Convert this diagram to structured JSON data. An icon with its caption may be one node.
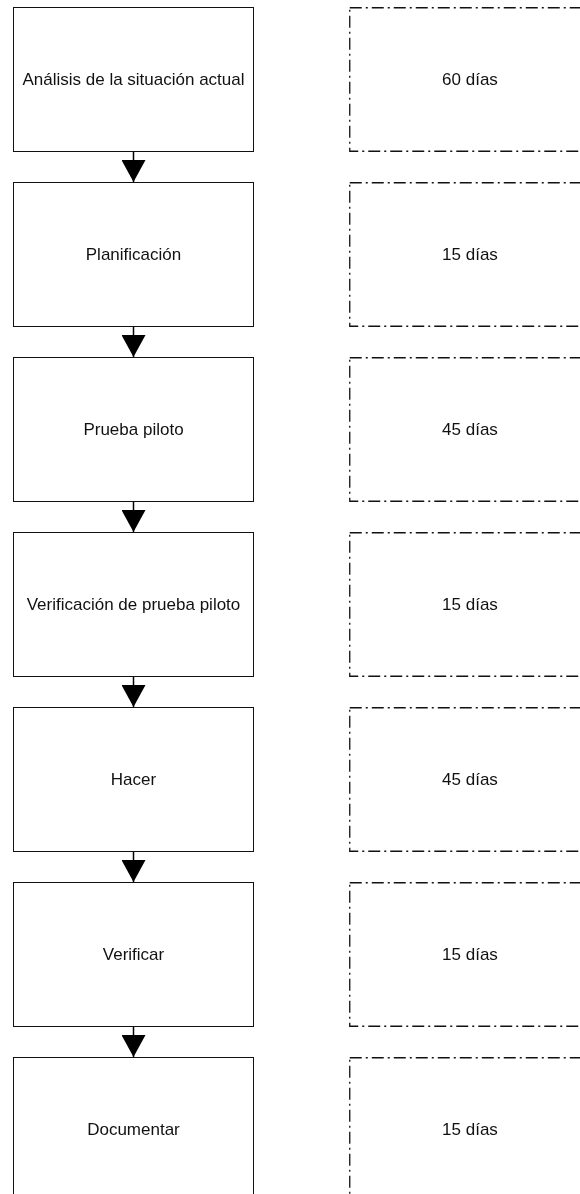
{
  "diagram": {
    "nodes": [
      {
        "text": [
          "Análisis de la situación actual"
        ]
      },
      {
        "text": [
          "60 días"
        ]
      },
      {
        "text": [
          "Planificación"
        ]
      },
      {
        "text": [
          "15 días"
        ]
      },
      {
        "text": [
          "Prueba piloto"
        ]
      },
      {
        "text": [
          "45 días"
        ]
      },
      {
        "text": [
          "Verificación de prueba piloto"
        ]
      },
      {
        "text": [
          "15 días"
        ]
      },
      {
        "text": [
          "Hacer"
        ]
      },
      {
        "text": [
          "45 días"
        ]
      },
      {
        "text": [
          "Verificar"
        ]
      },
      {
        "text": [
          "15 días"
        ]
      },
      {
        "text": [
          "Documentar"
        ]
      },
      {
        "text": [
          "15 días"
        ]
      }
    ],
    "edges": [
      {
        "from": 0,
        "to": 2,
        "arrow": "to"
      },
      {
        "from": 2,
        "to": 4,
        "arrow": "to"
      },
      {
        "from": 4,
        "to": 6,
        "arrow": "to"
      },
      {
        "from": 6,
        "to": 8,
        "arrow": "to"
      },
      {
        "from": 8,
        "to": 10,
        "arrow": "to"
      },
      {
        "from": 10,
        "to": 12,
        "arrow": "to"
      }
    ]
  }
}
